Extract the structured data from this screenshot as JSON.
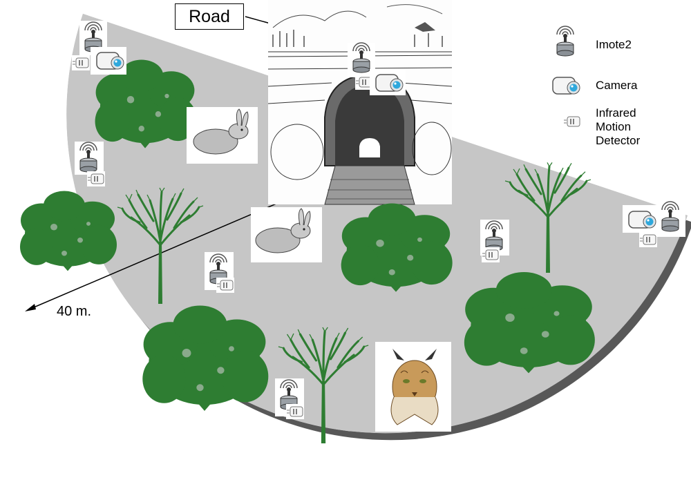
{
  "road_label": "Road",
  "distance_label": "40 m.",
  "legend": {
    "imote": {
      "label": "Imote2",
      "icon": "imote2-sensor-icon"
    },
    "camera": {
      "label": "Camera",
      "icon": "camera-icon"
    },
    "infrared": {
      "lines": [
        "Infrared",
        "Motion",
        "Detector"
      ],
      "icon": "infrared-motion-detector-icon"
    }
  },
  "colors": {
    "field": "#c8c8c8",
    "field_shadow": "#4a4a4a",
    "vegetation": "#2e7d32",
    "camera_lens": "#2fa8dc",
    "imote_body": "#9aa0a6"
  }
}
